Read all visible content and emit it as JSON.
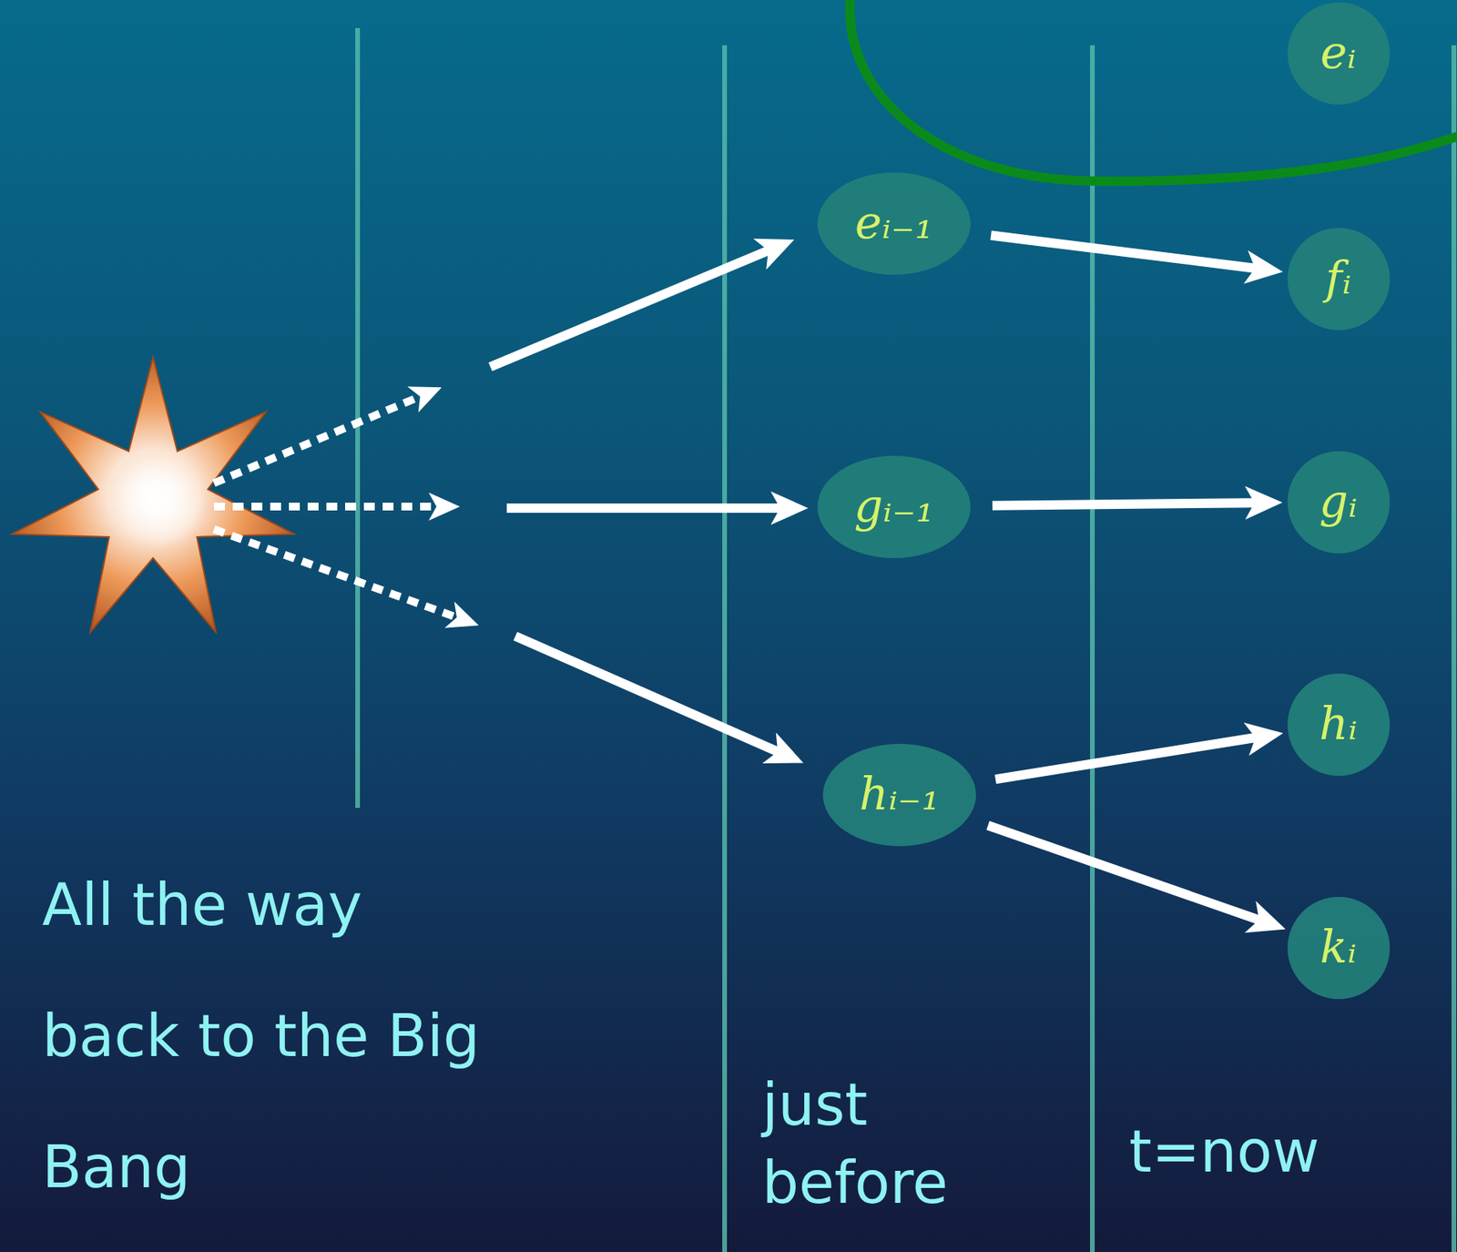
{
  "diagram": {
    "nodes": [
      {
        "text": [
          "eᵢ"
        ]
      },
      {
        "text": [
          "eᵢ₋₁"
        ]
      },
      {
        "text": [
          "fᵢ"
        ]
      },
      {
        "text": [
          "gᵢ₋₁"
        ]
      },
      {
        "text": [
          "gᵢ"
        ]
      },
      {
        "text": [
          "hᵢ₋₁"
        ]
      },
      {
        "text": [
          "hᵢ"
        ]
      },
      {
        "text": [
          "kᵢ"
        ]
      }
    ],
    "edges": [
      {
        "from": 1,
        "to": 2,
        "arrow": "to"
      },
      {
        "from": 3,
        "to": 4,
        "arrow": "to"
      },
      {
        "from": 5,
        "to": 6,
        "arrow": "to"
      },
      {
        "from": 5,
        "to": 7,
        "arrow": "to"
      }
    ],
    "labels": [
      "All the way back to the Big Bang",
      "just before",
      "t=now"
    ]
  }
}
